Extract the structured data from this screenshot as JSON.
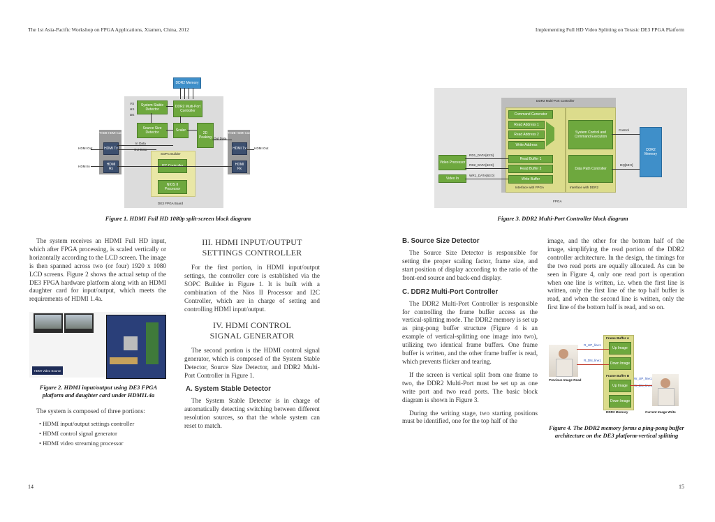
{
  "header": {
    "left": "The 1st Asia-Pacific Workshop on FPGA Applications, Xiamen, China, 2012",
    "right": "Implementing Full HD Video Splitting on Terasic DE3 FPGA Platform"
  },
  "page_numbers": {
    "left": "14",
    "right": "15"
  },
  "figure1": {
    "caption": "Figure 1. HDMI Full HD 1080p split-screen block diagram",
    "ddr2": "DDR2 Memory",
    "system_stable": "System Stable Detector",
    "ddr2_controller": "DDR2 Multi-Port Controller",
    "source_size": "Source Size Detector",
    "scaler": "Scaler",
    "peaking": "2D Peaking",
    "sopc": "SOPC Builder",
    "i2c": "I2C Controller",
    "nios": "NIOS II Processor",
    "board": "DE3 FPGA Board",
    "hsmc_left": "THDB-HDMI Card",
    "hsmc_right": "THDB-HDMI Card",
    "hdmi_tx": "HDMI Tx",
    "hdmi_rx": "HDMI Rx",
    "vs": "VS",
    "hs": "HS",
    "de": "DE",
    "in_data": "In Data",
    "out_data": "Out Data",
    "out_data2": "Out Data",
    "hdmi_out": "HDMI Out",
    "hdmi_in": "HDMI In",
    "hdmi_out2": "HDMI Out"
  },
  "figure2": {
    "caption": "Figure 2. HDMI input/output using DE3 FPGA platform and daughter card under HDMI1.4a",
    "source_label": "HDMI Video Source"
  },
  "figure3": {
    "caption": "Figure 3. DDR2 Multi-Port Controller block diagram",
    "title": "DDR2 Multi-Port Controller",
    "cmd_gen": "Command Generator",
    "read_addr1": "Read Address 1",
    "read_addr2": "Read Address 2",
    "write_addr": "Write Address",
    "sys_ctrl": "System Control and Command Execution",
    "read_buf1": "Read Buffer 1",
    "read_buf2": "Read Buffer 2",
    "write_buf": "Write Buffer",
    "datapath": "Data Path Controller",
    "if_fpga": "Interface with FPGA",
    "if_ddr2": "Interface with DDR2",
    "video_proc": "Video Processor",
    "video_in": "Video In",
    "rd1": "RD1_DATA[63:0]",
    "rd2": "RD2_DATA[63:0]",
    "wr1": "WR1_DATA[63:0]",
    "control": "Control",
    "dq": "DQ[63:0]",
    "ddr2_mem": "DDR2 Memory",
    "fpga": "FPGA"
  },
  "figure4": {
    "caption": "Figure 4. The DDR2 memory forms a ping-pong buffer architecture on the DE3 platform-vertical splitting",
    "fbA": "Frame Buffer A",
    "fbB": "Frame Buffer B",
    "up1": "Up Image",
    "down1": "Down Image",
    "up2": "Up Image",
    "down2": "Down Image",
    "ddr2_mem": "DDR2 Memory",
    "prev": "Previous Image Read",
    "curr": "Current Image Write",
    "r_up": "R_UP_line1",
    "r_dn": "R_DN_line1",
    "w_up": "W_UP_line1",
    "w_dn": "W_DN_line1"
  },
  "col1": {
    "p1": "The system receives an HDMI Full HD input, which after FPGA processing, is scaled vertically or horizontally according to the LCD screen. The image is then spanned across two (or four) 1920 x 1080 LCD screens. Figure 2 shows the actual setup of the DE3 FPGA hardware platform along with an HDMI daughter card for input/output, which meets the requirements of HDMI 1.4a.",
    "p2": "The system is composed of three portions:",
    "items": [
      "HDMI input/output settings controller",
      "HDMI control signal generator",
      "HDMI video streaming processor"
    ]
  },
  "col2": {
    "h3": "III. HDMI INPUT/OUTPUT SETTINGS CONTROLLER",
    "p1": "For the first portion, in HDMI input/output settings, the controller core is established via the SOPC Builder in Figure 1. It is built with a combination of the Nios II Processor and I2C Controller, which are in charge of setting and controlling HDMI input/output.",
    "h4": "IV. HDMI CONTROL SIGNAL GENERATOR",
    "p2": "The second portion is the HDMI control signal generator, which is composed of the System Stable Detector, Source Size Detector, and DDR2 Multi-Port Controller in Figure 1.",
    "subA": "A. System Stable Detector",
    "p3": "The System Stable Detector is in charge of automatically detecting switching between different resolution sources, so that the whole system can reset to match."
  },
  "col3": {
    "subB": "B. Source Size Detector",
    "p1": "The Source Size Detector is responsible for setting the proper scaling factor, frame size, and start position of display according to the ratio of the front-end source and back-end display.",
    "subC": "C. DDR2 Multi-Port Controller",
    "p2": "The DDR2 Multi-Port Controller is responsible for controlling the frame buffer access as the vertical-splitting mode. The DDR2 memory is set up as ping-pong buffer structure (Figure 4 is an example of vertical-splitting one image into two), utilizing two identical frame buffers. One frame buffer is written, and the other frame buffer is read, which prevents flicker and tearing.",
    "p3": "If the screen is vertical split from one frame to two, the DDR2 Multi-Port must be set up as one write port and two read ports. The basic block diagram is shown in Figure 3.",
    "p4": "During the writing stage, two starting positions must be identified, one for the top half of the"
  },
  "col4": {
    "p1": "image, and the other for the bottom half of the image, simplifying the read portion of the DDR2 controller architecture. In the design, the timings for the two read ports are equally allocated. As can be seen in Figure 4, only one read port is operation when one line is written, i.e. when the first line is written, only the first line of the top half buffer is read, and when the second line is written, only the first line of the bottom half is read, and so on."
  }
}
